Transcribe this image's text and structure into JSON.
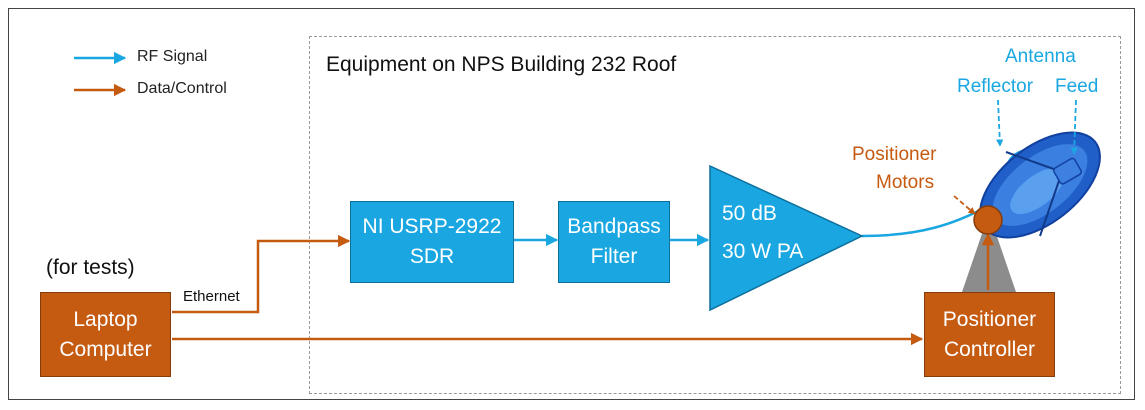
{
  "legend": {
    "rf_label": "RF Signal",
    "data_label": "Data/Control"
  },
  "roof_title": "Equipment on NPS Building 232 Roof",
  "blocks": {
    "sdr": {
      "line1": "NI USRP-2922",
      "line2": "SDR"
    },
    "filter": {
      "line1": "Bandpass",
      "line2": "Filter"
    },
    "amplifier": {
      "line1": "50 dB",
      "line2": "30 W PA"
    },
    "laptop": {
      "line1": "Laptop",
      "line2": "Computer"
    },
    "controller": {
      "line1": "Positioner",
      "line2": "Controller"
    }
  },
  "labels": {
    "for_tests": "(for tests)",
    "ethernet": "Ethernet",
    "antenna": "Antenna",
    "reflector": "Reflector",
    "feed": "Feed",
    "positioner_line1": "Positioner",
    "positioner_line2": "Motors"
  },
  "colors": {
    "rf": "#1aa7e1",
    "data": "#c55a11",
    "callout_text": "#c55a11",
    "antenna_text": "#1aa7e1"
  }
}
